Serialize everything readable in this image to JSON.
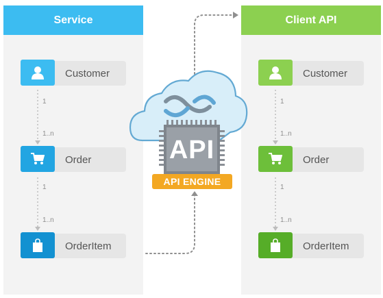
{
  "service": {
    "title": "Service",
    "entities": [
      {
        "label": "Customer",
        "icon": "user-icon"
      },
      {
        "label": "Order",
        "icon": "cart-icon"
      },
      {
        "label": "OrderItem",
        "icon": "bag-icon"
      }
    ],
    "relations": [
      {
        "from_card": "1",
        "to_card": "1..n"
      },
      {
        "from_card": "1",
        "to_card": "1..n"
      }
    ]
  },
  "client": {
    "title": "Client API",
    "entities": [
      {
        "label": "Customer",
        "icon": "user-icon"
      },
      {
        "label": "Order",
        "icon": "cart-icon"
      },
      {
        "label": "OrderItem",
        "icon": "bag-icon"
      }
    ],
    "relations": [
      {
        "from_card": "1",
        "to_card": "1..n"
      },
      {
        "from_card": "1",
        "to_card": "1..n"
      }
    ]
  },
  "engine": {
    "chip_text": "API",
    "badge_text": "API ENGINE",
    "icon": "cloud-icon"
  },
  "colors": {
    "service_header": "#3cbcf1",
    "client_header": "#8cd050",
    "service_icons": [
      "#3cbcf1",
      "#22a5e2",
      "#1391d1"
    ],
    "client_icons": [
      "#8cd050",
      "#6dbf3a",
      "#56ad28"
    ],
    "engine_badge": "#f3a823",
    "chip": "#8e959d"
  }
}
